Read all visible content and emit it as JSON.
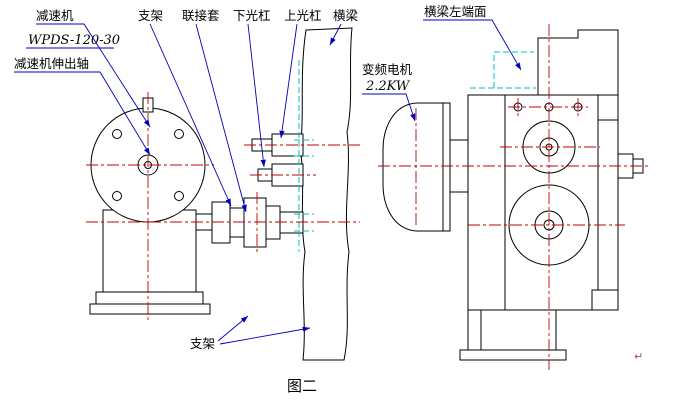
{
  "figure": {
    "caption": "图二"
  },
  "labels": {
    "reducer": "减速机",
    "reducer_model": "WPDS-120-30",
    "reducer_output_shaft": "减速机伸出轴",
    "bracket_top": "支架",
    "coupling_sleeve": "联接套",
    "lower_rod": "下光杠",
    "upper_rod": "上光杠",
    "crossbeam": "横梁",
    "crossbeam_left_end_face": "横梁左端面",
    "motor": "变频电机",
    "motor_power": "2.2KW",
    "bracket_bottom": "支架"
  },
  "artifacts": {
    "paragraph_mark": "↵"
  },
  "colors": {
    "outline": "#000000",
    "centerline": "#c00000",
    "hidden": "#00c0c0",
    "leader": "#0000bb",
    "background": "#ffffff"
  }
}
